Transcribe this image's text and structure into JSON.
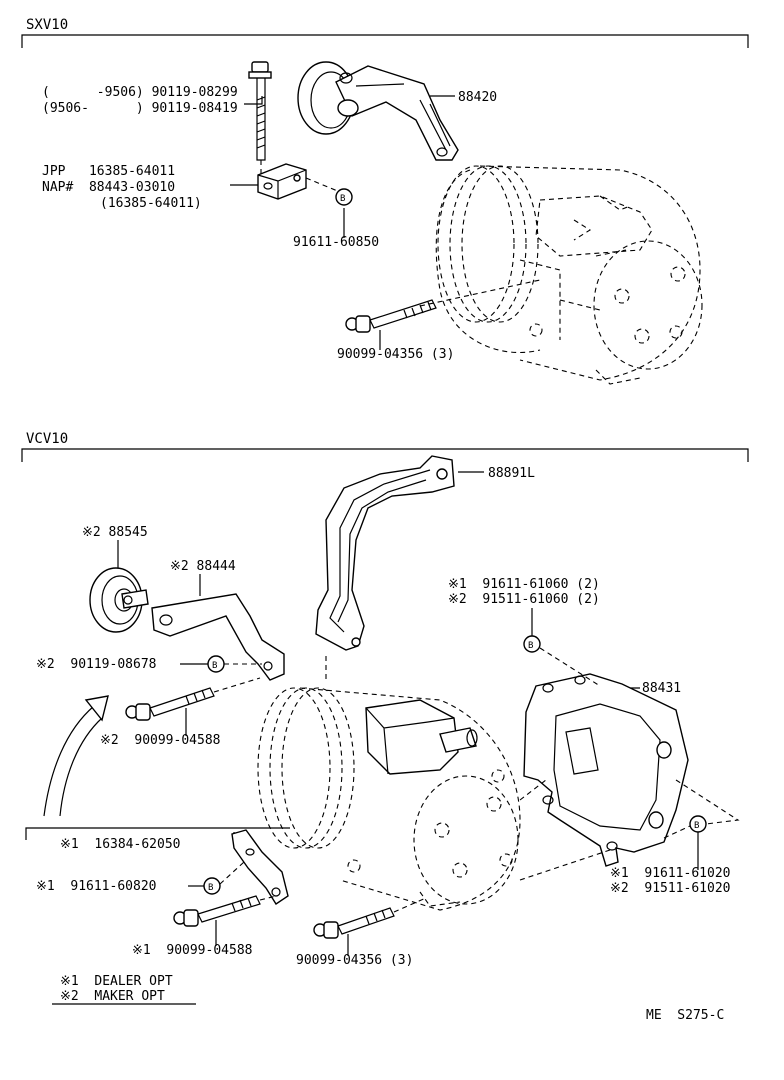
{
  "sections": [
    {
      "id": "sxv10",
      "title": "SXV10"
    },
    {
      "id": "vcv10",
      "title": "VCV10"
    }
  ],
  "labels": {
    "bolt_range_1": "(      -9506) 90119-08299",
    "bolt_range_2": "(9506-      ) 90119-08419",
    "jpp": "JPP   16385-64011",
    "nap": "NAP#  88443-03010",
    "nap_alt": "(16385-64011)",
    "p88420": "88420",
    "p91611_60850": "91611-60850",
    "p90099_04356_a": "90099-04356 (3)",
    "p88891l": "88891L",
    "p88545": "※2 88545",
    "p88444": "※2 88444",
    "p91611_61060": "※1  91611-61060 (2)",
    "p91511_61060": "※2  91511-61060 (2)",
    "p90119_08678": "※2  90119-08678",
    "p90099_04588_a": "※2  90099-04588",
    "p88431": "88431",
    "p16384_62050": "※1  16384-62050",
    "p91611_60820": "※1  91611-60820",
    "p90099_04588_b": "※1  90099-04588",
    "p90099_04356_b": "90099-04356 (3)",
    "p91611_61020": "※1  91611-61020",
    "p91511_61020": "※2  91511-61020",
    "legend_1": "※1  DEALER OPT",
    "legend_2": "※2  MAKER OPT",
    "ref_code": "ME  S275-C"
  },
  "washer_mark": "B"
}
